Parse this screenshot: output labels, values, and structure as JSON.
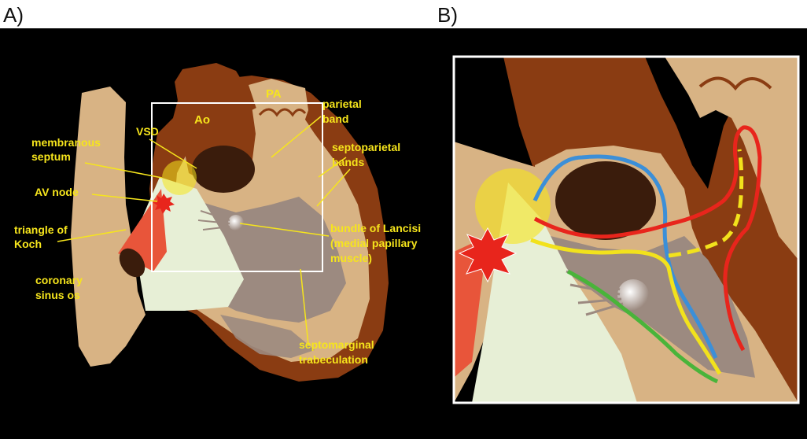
{
  "panels": {
    "a": {
      "letter": "A)"
    },
    "b": {
      "letter": "B)"
    }
  },
  "labels": {
    "pa": "PA",
    "ao": "Ao",
    "vsd": "VSD",
    "membranous_septum": [
      "membranous",
      "septum"
    ],
    "av_node": "AV node",
    "triangle_of_koch": [
      "triangle of",
      "Koch"
    ],
    "coronary_sinus_os": [
      "coronary",
      "sinus os"
    ],
    "parietal_band": [
      "parietal",
      "band"
    ],
    "septoparietal_bands": [
      "septoparietal",
      "bands"
    ],
    "bundle_of_lancisi": [
      "bundle of Lancisi",
      "(medial papillary",
      "muscle)"
    ],
    "septomarginal_trabeculation": [
      "septomarginal",
      "trabeculation"
    ]
  },
  "colors": {
    "background": "#000000",
    "tissue_light": "#d8b384",
    "tissue_dark": "#8a3c12",
    "cavity": "#3a1c0c",
    "septum_light": "#e7efd6",
    "grey_band": "#9c8a80",
    "koch_triangle": "#e8553a",
    "label_yellow": "#f6e51c",
    "path_red": "#e8251c",
    "path_blue": "#3b8fd8",
    "path_yellow": "#f2e21c",
    "path_green": "#49b43a"
  }
}
